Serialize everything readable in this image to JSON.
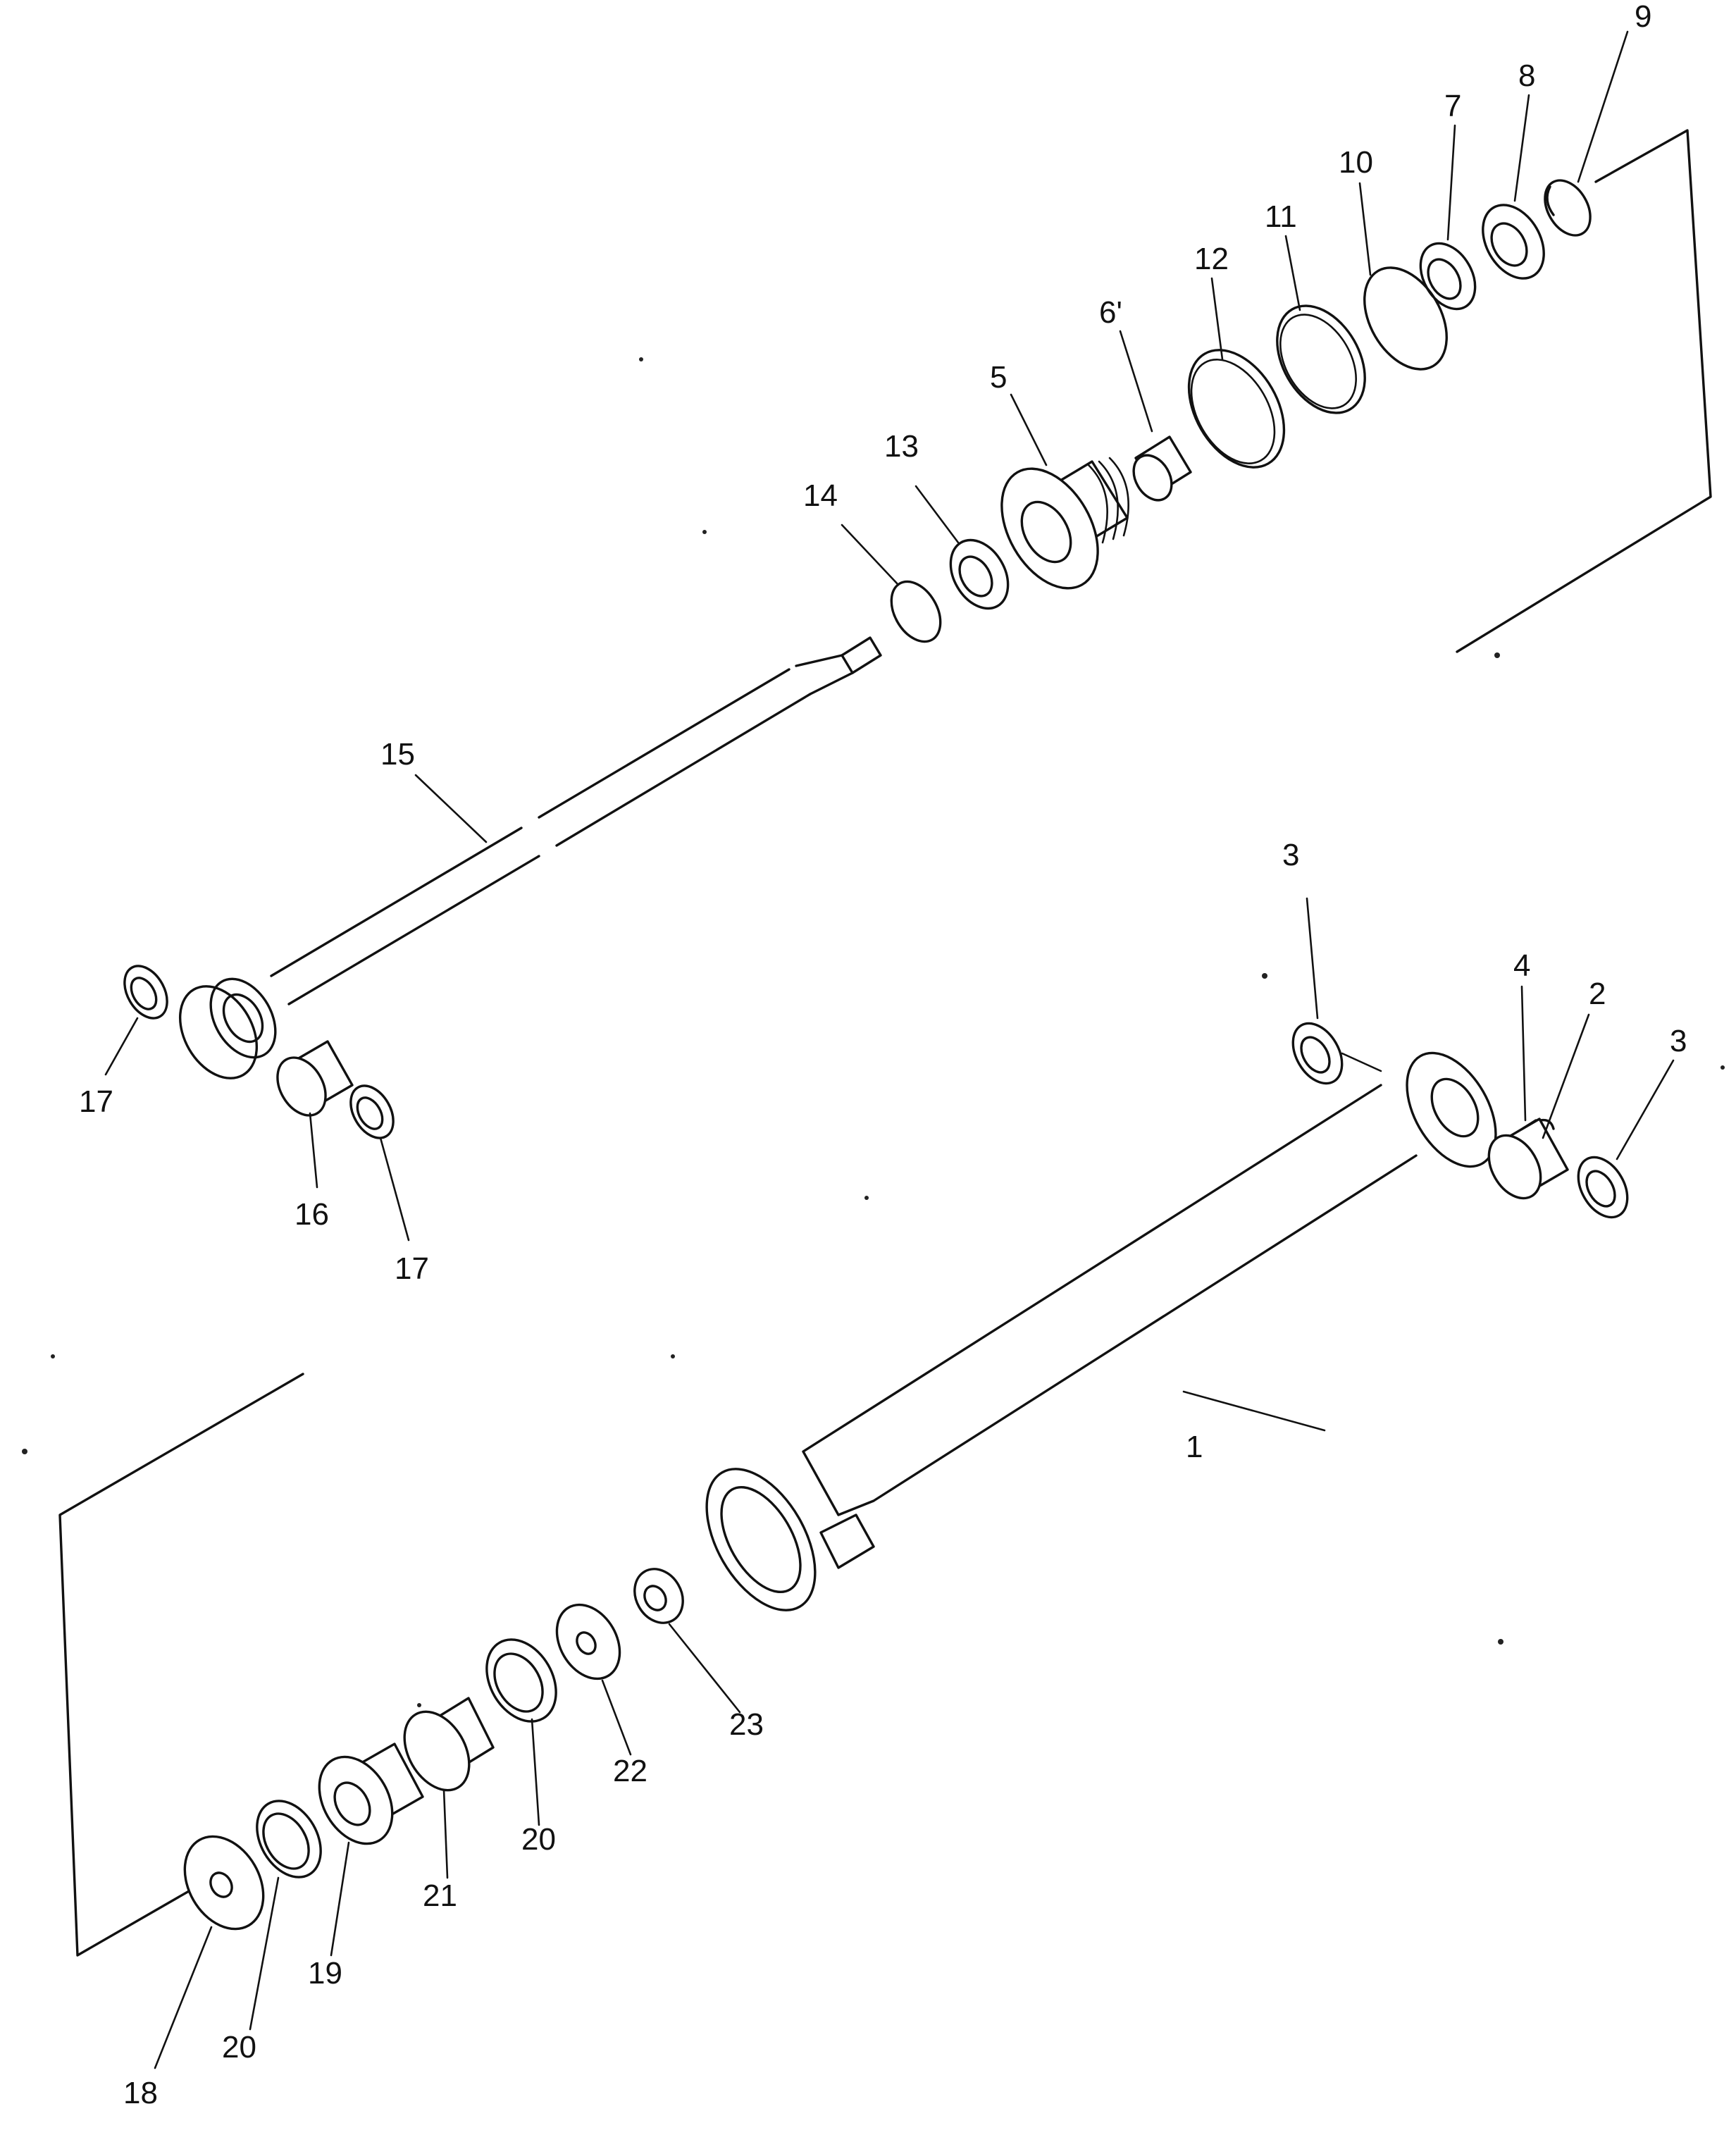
{
  "callouts": [
    {
      "id": "c9",
      "text": "9"
    },
    {
      "id": "c8",
      "text": "8"
    },
    {
      "id": "c7",
      "text": "7"
    },
    {
      "id": "c10",
      "text": "10"
    },
    {
      "id": "c11",
      "text": "11"
    },
    {
      "id": "c12",
      "text": "12"
    },
    {
      "id": "c6",
      "text": "6'"
    },
    {
      "id": "c5",
      "text": "5"
    },
    {
      "id": "c13",
      "text": "13"
    },
    {
      "id": "c14",
      "text": "14"
    },
    {
      "id": "c15",
      "text": "15"
    },
    {
      "id": "c17a",
      "text": "17"
    },
    {
      "id": "c16",
      "text": "16"
    },
    {
      "id": "c17b",
      "text": "17"
    },
    {
      "id": "c3a",
      "text": "3"
    },
    {
      "id": "c4",
      "text": "4"
    },
    {
      "id": "c2",
      "text": "2"
    },
    {
      "id": "c3b",
      "text": "3"
    },
    {
      "id": "c1",
      "text": "1"
    },
    {
      "id": "c23",
      "text": "23"
    },
    {
      "id": "c22",
      "text": "22"
    },
    {
      "id": "c20a",
      "text": "20"
    },
    {
      "id": "c21",
      "text": "21"
    },
    {
      "id": "c19",
      "text": "19"
    },
    {
      "id": "c20b",
      "text": "20"
    },
    {
      "id": "c18",
      "text": "18"
    }
  ]
}
